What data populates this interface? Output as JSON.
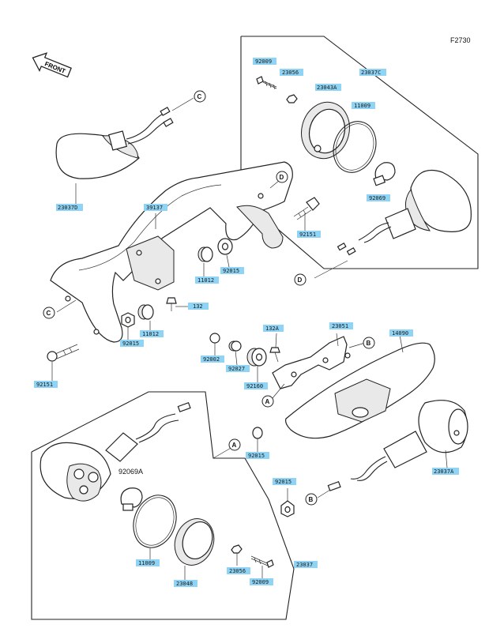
{
  "diagram_code": "F2730",
  "front_label": "FRONT",
  "refs": {
    "A": "A",
    "B": "B",
    "C": "C",
    "D": "D"
  },
  "part_numbers": {
    "n92009_tr": "92009",
    "n23056_tr": "23056",
    "n23043A": "23043A",
    "n23037C": "23037C",
    "n11009_tr": "11009",
    "n92069": "92069",
    "n23037D": "23037D",
    "n39137": "39137",
    "n92151_mid": "92151",
    "n11012_mid": "11012",
    "n92015_mid": "92015",
    "n132": "132",
    "n92015_left": "92015",
    "n11012_left": "11012",
    "n92151_left": "92151",
    "n132A": "132A",
    "n23051": "23051",
    "n14090": "14090",
    "n92002": "92002",
    "n92027": "92027",
    "n92160": "92160",
    "n92015_A": "92015",
    "n92069A": "92069A",
    "n92015_br": "92015",
    "n23037A": "23037A",
    "n11009_bl": "11009",
    "n23048": "23048",
    "n23056_bl": "23056",
    "n92009_bl": "92009",
    "n23037": "23037"
  }
}
